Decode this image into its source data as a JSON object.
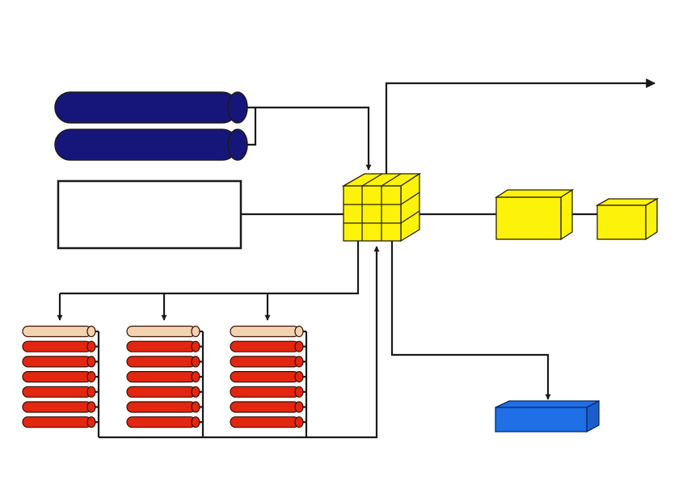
{
  "diagram": {
    "title": "",
    "colors": {
      "tank_blue": "#16167a",
      "cube_yellow": "#fdf20a",
      "red_cylinder": "#e2260f",
      "pale_cylinder": "#f3d2b0",
      "output_block_blue": "#1f6fe6",
      "line": "#1a1a1a"
    },
    "nodes": [
      {
        "id": "tank-1",
        "type": "horizontal-cylinder",
        "color": "tank_blue"
      },
      {
        "id": "tank-2",
        "type": "horizontal-cylinder",
        "color": "tank_blue"
      },
      {
        "id": "white-box",
        "type": "rectangle",
        "label": ""
      },
      {
        "id": "central-cube",
        "type": "3x3-cube",
        "color": "cube_yellow"
      },
      {
        "id": "yellow-box-large",
        "type": "box",
        "color": "cube_yellow"
      },
      {
        "id": "yellow-box-small",
        "type": "box",
        "color": "cube_yellow"
      },
      {
        "id": "blue-block",
        "type": "box",
        "color": "output_block_blue"
      },
      {
        "id": "bank-1",
        "type": "cylinder-bank",
        "cylinders": 7,
        "pale_count": 1,
        "red_count": 6
      },
      {
        "id": "bank-2",
        "type": "cylinder-bank",
        "cylinders": 7,
        "pale_count": 1,
        "red_count": 6
      },
      {
        "id": "bank-3",
        "type": "cylinder-bank",
        "cylinders": 7,
        "pale_count": 1,
        "red_count": 6
      }
    ],
    "edges": [
      {
        "from": "tank-1",
        "to": "central-cube",
        "arrow": true
      },
      {
        "from": "tank-2",
        "to": "central-cube",
        "arrow": true
      },
      {
        "from": "white-box",
        "to": "central-cube",
        "arrow": false
      },
      {
        "from": "central-cube",
        "to": "outside-right",
        "arrow": true
      },
      {
        "from": "central-cube",
        "to": "yellow-box-large",
        "arrow": false
      },
      {
        "from": "yellow-box-large",
        "to": "yellow-box-small",
        "arrow": false
      },
      {
        "from": "central-cube",
        "to": "bank-1",
        "arrow": true
      },
      {
        "from": "central-cube",
        "to": "bank-2",
        "arrow": true
      },
      {
        "from": "central-cube",
        "to": "bank-3",
        "arrow": true
      },
      {
        "from": "bank-1",
        "to": "central-cube",
        "arrow": true
      },
      {
        "from": "bank-2",
        "to": "central-cube",
        "arrow": true
      },
      {
        "from": "bank-3",
        "to": "central-cube",
        "arrow": true
      },
      {
        "from": "central-cube",
        "to": "blue-block",
        "arrow": true
      }
    ]
  }
}
